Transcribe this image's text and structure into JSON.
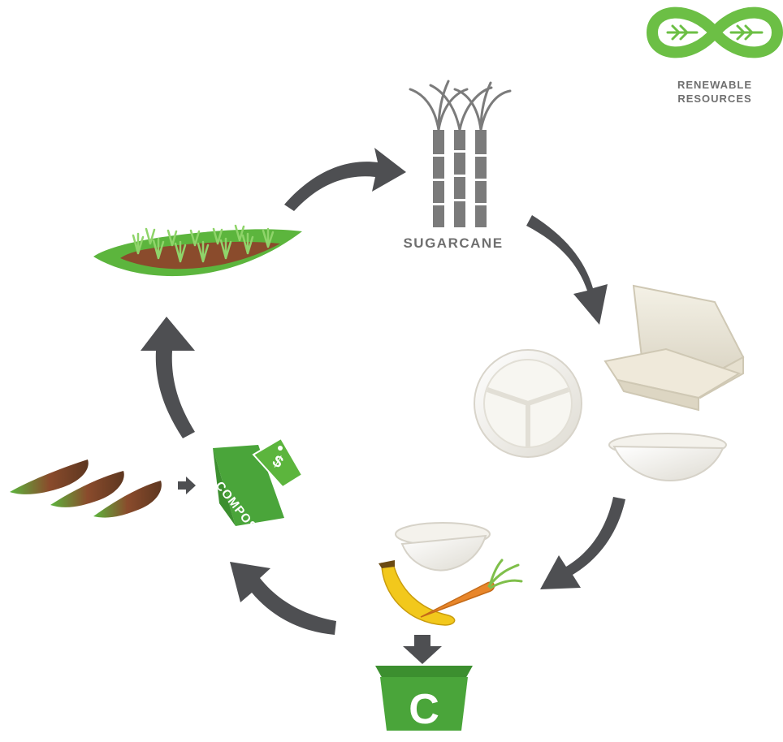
{
  "badge": {
    "label_line1": "RENEWABLE",
    "label_line2": "RESOURCES",
    "color": "#6cbf45"
  },
  "sugarcane": {
    "label": "SUGARCANE",
    "color": "#7b7b7b"
  },
  "compost_bag": {
    "label": "COMPOST",
    "tag_symbol": "$",
    "color": "#4aa53a"
  },
  "bin": {
    "letter": "C",
    "color": "#4aa53a"
  },
  "colors": {
    "arrow": "#4e4f52",
    "leaf_green": "#5cb53d",
    "soil": "#8a4b2c",
    "plate": "#f2f0ea",
    "banana": "#f2c81c",
    "carrot": "#e8862a"
  }
}
